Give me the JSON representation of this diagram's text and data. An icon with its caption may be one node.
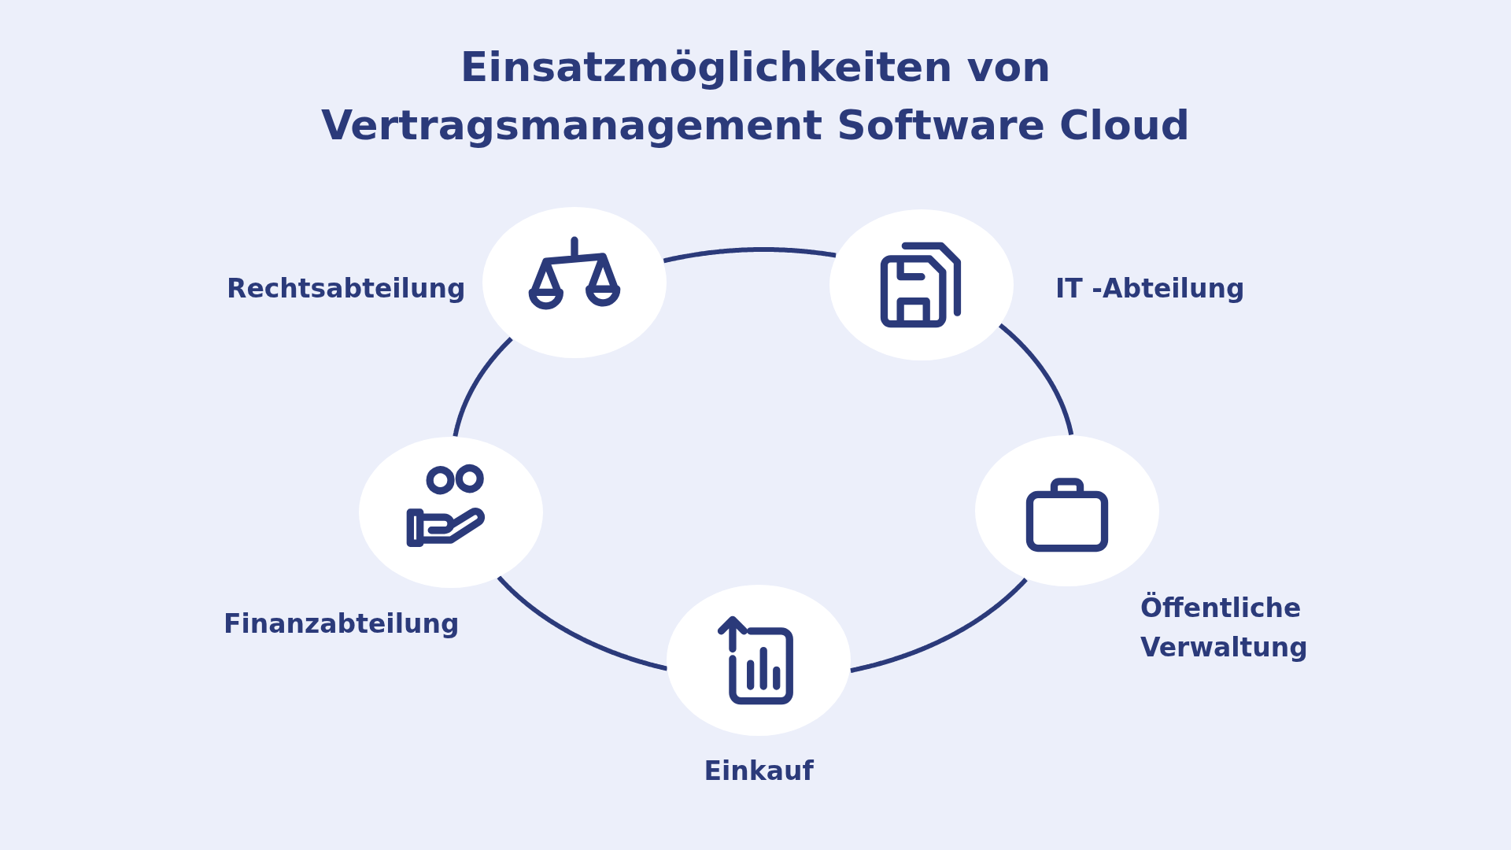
{
  "diagram": {
    "title": "Einsatzmöglichkeiten von Vertragsmanagement Software Cloud",
    "nodes": [
      {
        "text": [],
        "shape": "circle",
        "beside": [
          "Rechtsabteilung"
        ]
      },
      {
        "text": [],
        "shape": "circle",
        "beside": [
          "IT -Abteilung"
        ]
      },
      {
        "text": [],
        "shape": "circle",
        "beside": [
          "Finanzabteilung"
        ]
      },
      {
        "text": [],
        "shape": "circle",
        "beside": [
          "Öffentliche Verwaltung"
        ]
      },
      {
        "text": [],
        "shape": "circle",
        "beside": [
          "Einkauf"
        ]
      }
    ],
    "edges": [
      {
        "from": 0,
        "to": 1,
        "arrow": "none"
      },
      {
        "from": 1,
        "to": 3,
        "arrow": "none"
      },
      {
        "from": 3,
        "to": 4,
        "arrow": "none"
      },
      {
        "from": 4,
        "to": 2,
        "arrow": "none"
      },
      {
        "from": 2,
        "to": 0,
        "arrow": "none"
      }
    ]
  }
}
